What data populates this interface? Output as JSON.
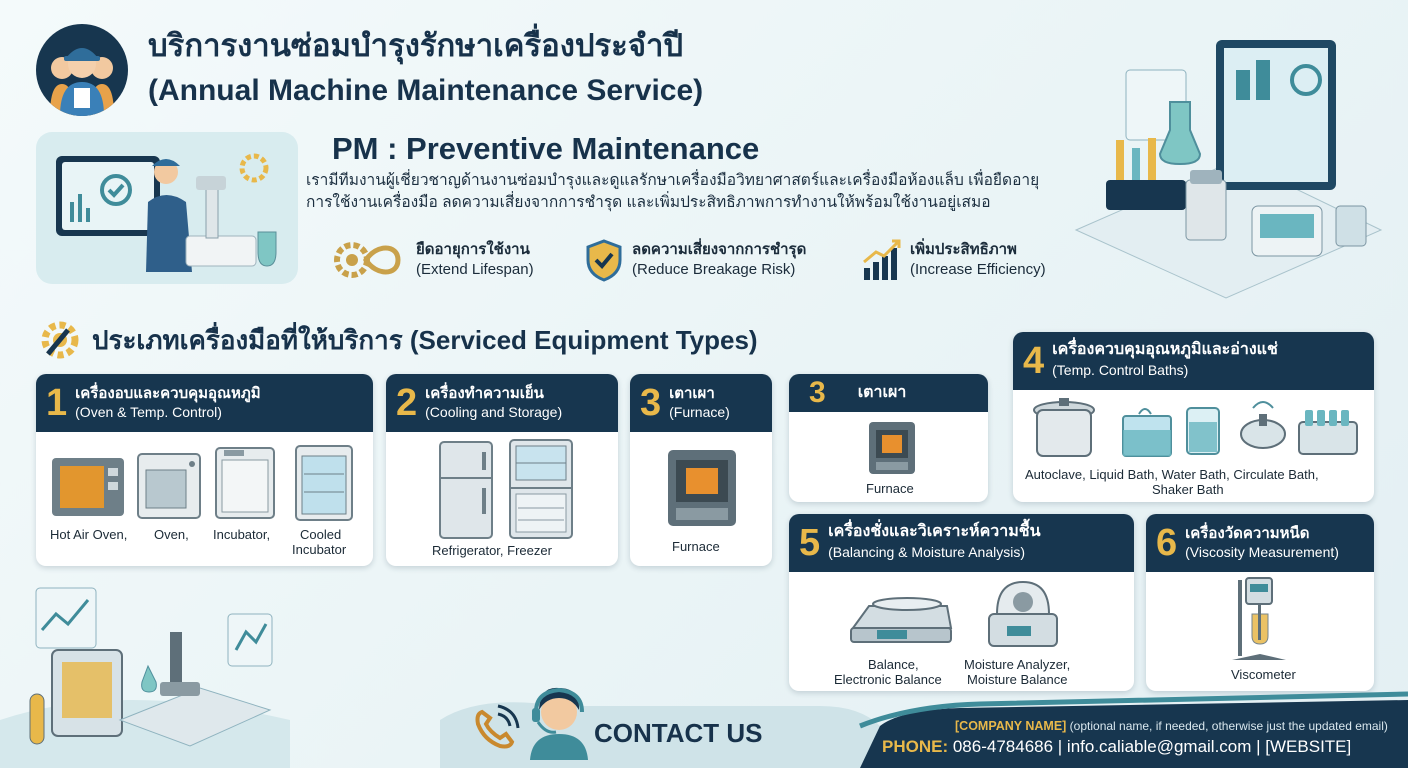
{
  "header": {
    "title_th": "บริการงานซ่อมบำรุงรักษาเครื่องประจำปี",
    "title_en": "(Annual Machine Maintenance Service)"
  },
  "pm": {
    "heading": "PM : Preventive Maintenance",
    "description": "เรามีทีมงานผู้เชี่ยวชาญด้านงานซ่อมบำรุงและดูแลรักษาเครื่องมือวิทยาศาสตร์และเครื่องมือห้องแล็บ เพื่อยืดอายุการใช้งานเครื่องมือ ลดความเสี่ยงจากการชำรุด และเพิ่มประสิทธิภาพการทำงานให้พร้อมใช้งานอยู่เสมอ",
    "benefits": [
      {
        "th": "ยืดอายุการใช้งาน",
        "en": "(Extend Lifespan)",
        "icon": "infinity-gear-icon"
      },
      {
        "th": "ลดความเสี่ยงจากการชำรุด",
        "en": "(Reduce Breakage Risk)",
        "icon": "shield-check-icon"
      },
      {
        "th": "เพิ่มประสิทธิภาพ",
        "en": "(Increase Efficiency)",
        "icon": "growth-chart-icon"
      }
    ]
  },
  "section": {
    "title": "ประเภทเครื่องมือที่ให้บริการ (Serviced Equipment Types)"
  },
  "cards": {
    "c1": {
      "num": "1",
      "th": "เครื่องอบและควบคุมอุณหภูมิ",
      "en": "(Oven & Temp. Control)",
      "items": [
        "Hot Air Oven,",
        "Oven,",
        "Incubator,",
        "Cooled",
        "Incubator"
      ]
    },
    "c2": {
      "num": "2",
      "th": "เครื่องทำความเย็น",
      "en": "(Cooling and Storage)",
      "caption": "Refrigerator, Freezer"
    },
    "c3": {
      "num": "3",
      "th": "เตาเผา",
      "en": "(Furnace)",
      "caption": "Furnace"
    },
    "c3b": {
      "num": "3",
      "th": "เตาเผา",
      "caption": "Furnace"
    },
    "c4": {
      "num": "4",
      "th": "เครื่องควบคุมอุณหภูมิและอ่างแช่",
      "en": "(Temp. Control Baths)",
      "caption1": "Autoclave, Liquid Bath, Water Bath, Circulate Bath,",
      "caption2": "Shaker Bath"
    },
    "c5": {
      "num": "5",
      "th": "เครื่องชั่งและวิเคราะห์ความชื้น",
      "en": "(Balancing & Moisture Analysis)",
      "cap_a1": "Balance,",
      "cap_a2": "Electronic Balance",
      "cap_b1": "Moisture Analyzer,",
      "cap_b2": "Moisture Balance"
    },
    "c6": {
      "num": "6",
      "th": "เครื่องวัดความหนืด",
      "en": "(Viscosity Measurement)",
      "caption": "Viscometer"
    }
  },
  "footer": {
    "contact": "CONTACT US",
    "company_name": "[COMPANY NAME]",
    "company_note": " (optional name, if needed, otherwise just the updated email)",
    "phone_label": "PHONE:",
    "phone": " 086-4784686",
    "rest": " | info.caliable@gmail.com | [WEBSITE]"
  },
  "colors": {
    "navy": "#17364f",
    "gold": "#e8b84a",
    "teal": "#3f8c9a",
    "bg": "#eef6f8"
  }
}
